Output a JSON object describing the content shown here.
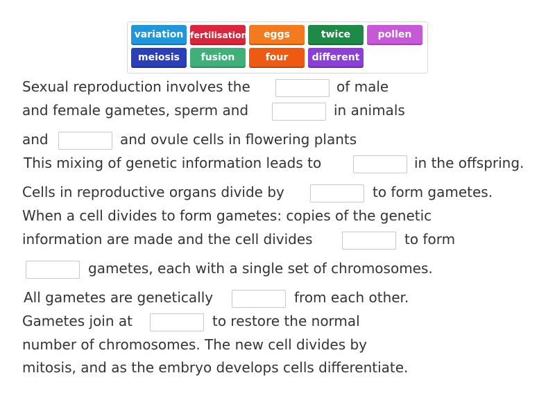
{
  "word_bank": {
    "tiles": [
      {
        "label": "variation",
        "color": "#2196d9"
      },
      {
        "label": "fertilisation",
        "color": "#d9263d"
      },
      {
        "label": "eggs",
        "color": "#f37a1f"
      },
      {
        "label": "twice",
        "color": "#1f8a47"
      },
      {
        "label": "pollen",
        "color": "#c65ad6"
      },
      {
        "label": "meiosis",
        "color": "#2b3fb8"
      },
      {
        "label": "fusion",
        "color": "#3fb07a"
      },
      {
        "label": "four",
        "color": "#ef5a12"
      },
      {
        "label": "different",
        "color": "#8b3fd6"
      }
    ]
  },
  "text": {
    "l1a": "Sexual reproduction involves the",
    "l1b": "of male",
    "l2a": "and female gametes, sperm and",
    "l2b": "in animals",
    "l3a": "and",
    "l3b": "and ovule cells in flowering plants",
    "l4a": "This mixing of genetic information leads to",
    "l4b": "in the offspring.",
    "l5a": "Cells in reproductive organs divide by",
    "l5b": "to form gametes.",
    "l6": "When a cell divides to form gametes: copies of the genetic",
    "l7a": "information are made and the cell divides",
    "l7b": "to form",
    "l8b": "gametes, each with a single set of chromosomes.",
    "l9a": "All gametes are genetically",
    "l9b": "from each other.",
    "l10a": "Gametes join at",
    "l10b": "to restore the normal",
    "l11": "number of chromosomes. The new cell divides by",
    "l12": "mitosis, and as the embryo develops cells differentiate."
  }
}
